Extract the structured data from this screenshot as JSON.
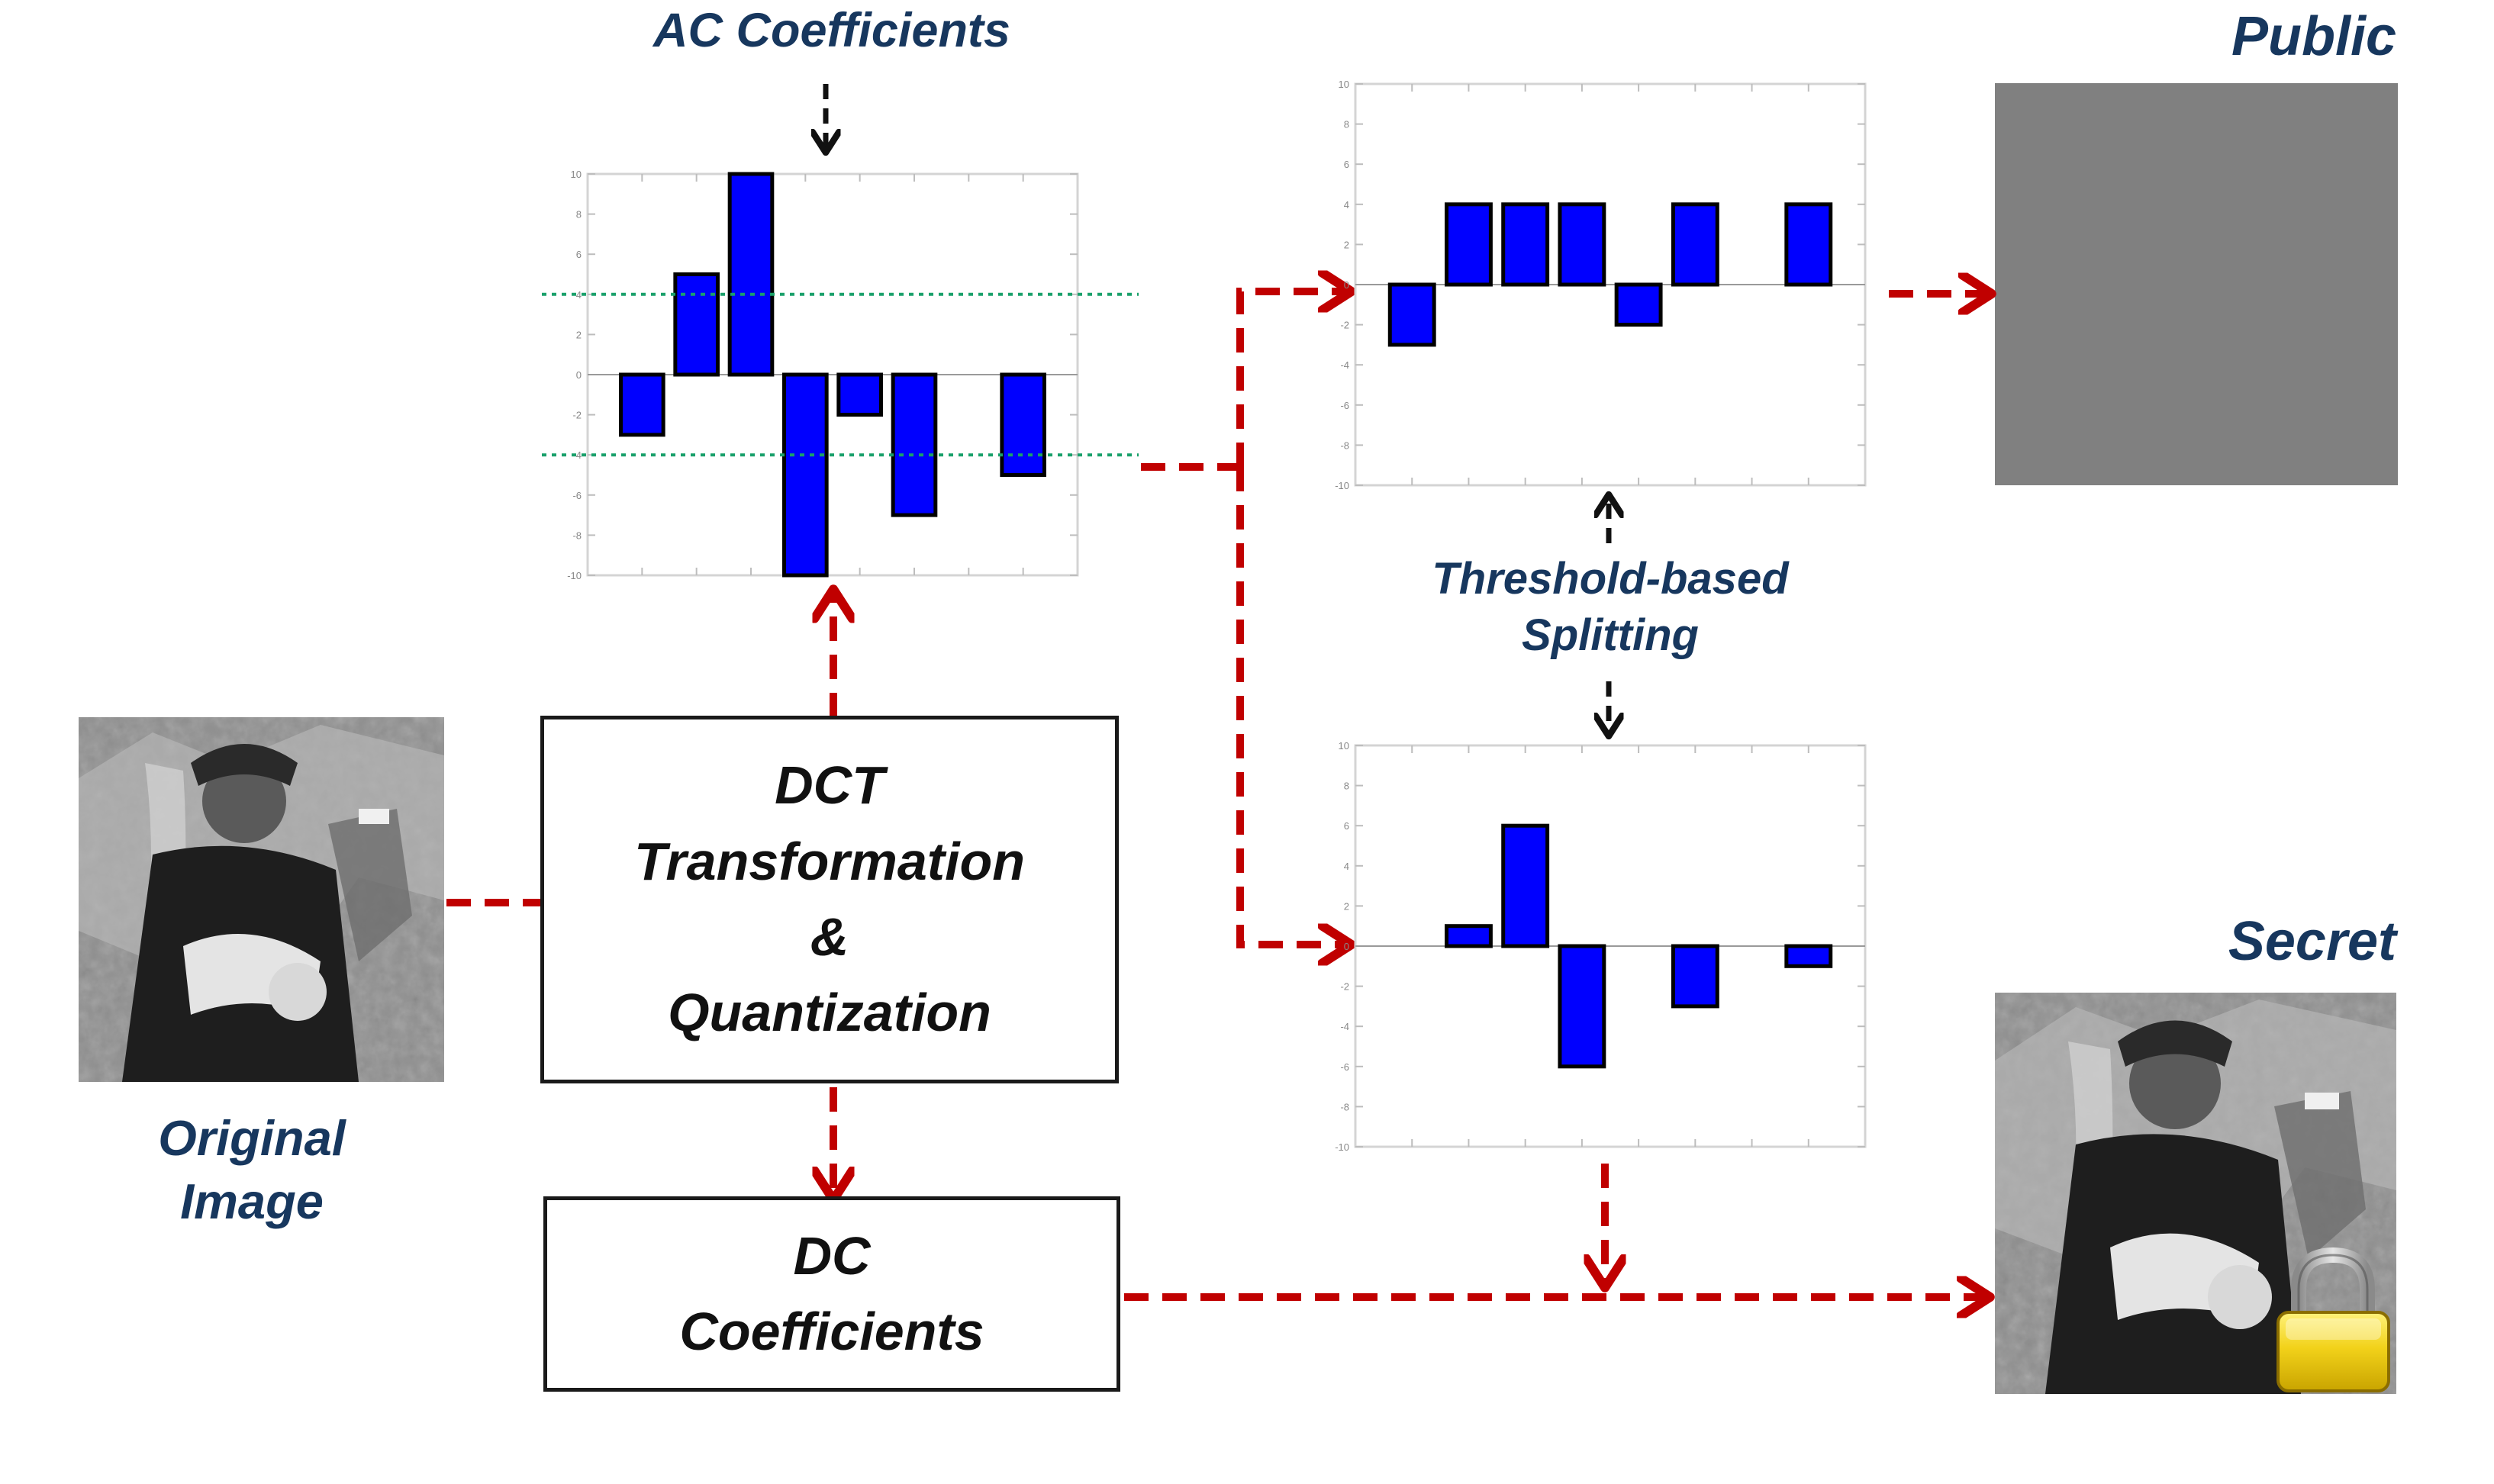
{
  "labels": {
    "ac_coefficients": "AC Coefficients",
    "public": "Public",
    "secret": "Secret",
    "threshold_splitting": "Threshold-based\nSplitting",
    "original_image": "Original\nImage"
  },
  "boxes": {
    "dct": "DCT\nTransformation\n&\nQuantization",
    "dc": "DC\nCoefficients"
  },
  "colors": {
    "bar_fill": "#0000ff",
    "bar_stroke": "#000000",
    "flow_arrow": "#c00000",
    "threshold_line": "#1aa06b",
    "label_text": "#17375e",
    "public_fill": "#808080",
    "lock_body": "#f2d21a"
  },
  "icons": {
    "lock": "padlock-icon",
    "photo": "grayscale-portrait-image"
  },
  "chart_data": [
    {
      "id": "ac-coefficients",
      "type": "bar",
      "values": [
        -3,
        5,
        10,
        -10,
        -2,
        -7,
        -5
      ],
      "x_positions": [
        1,
        2,
        3,
        4,
        5,
        6,
        8
      ],
      "xlim": [
        0,
        9
      ],
      "ylim": [
        -10,
        10
      ],
      "yticks": [
        -10,
        -8,
        -6,
        -4,
        -2,
        0,
        2,
        4,
        6,
        8,
        10
      ],
      "thresholds": [
        4,
        -4
      ],
      "grid": false
    },
    {
      "id": "public-part",
      "type": "bar",
      "values": [
        -3,
        4,
        4,
        4,
        -2,
        4,
        4
      ],
      "x_positions": [
        1,
        2,
        3,
        4,
        5,
        6,
        8
      ],
      "xlim": [
        0,
        9
      ],
      "ylim": [
        -10,
        10
      ],
      "yticks": [
        -10,
        -8,
        -6,
        -4,
        -2,
        0,
        2,
        4,
        6,
        8,
        10
      ],
      "grid": false
    },
    {
      "id": "secret-part",
      "type": "bar",
      "values": [
        1,
        6,
        -6,
        -3,
        -1
      ],
      "x_positions": [
        2,
        3,
        4,
        6,
        8
      ],
      "xlim": [
        0,
        9
      ],
      "ylim": [
        -10,
        10
      ],
      "yticks": [
        -10,
        -8,
        -6,
        -4,
        -2,
        0,
        2,
        4,
        6,
        8,
        10
      ],
      "grid": false
    }
  ]
}
